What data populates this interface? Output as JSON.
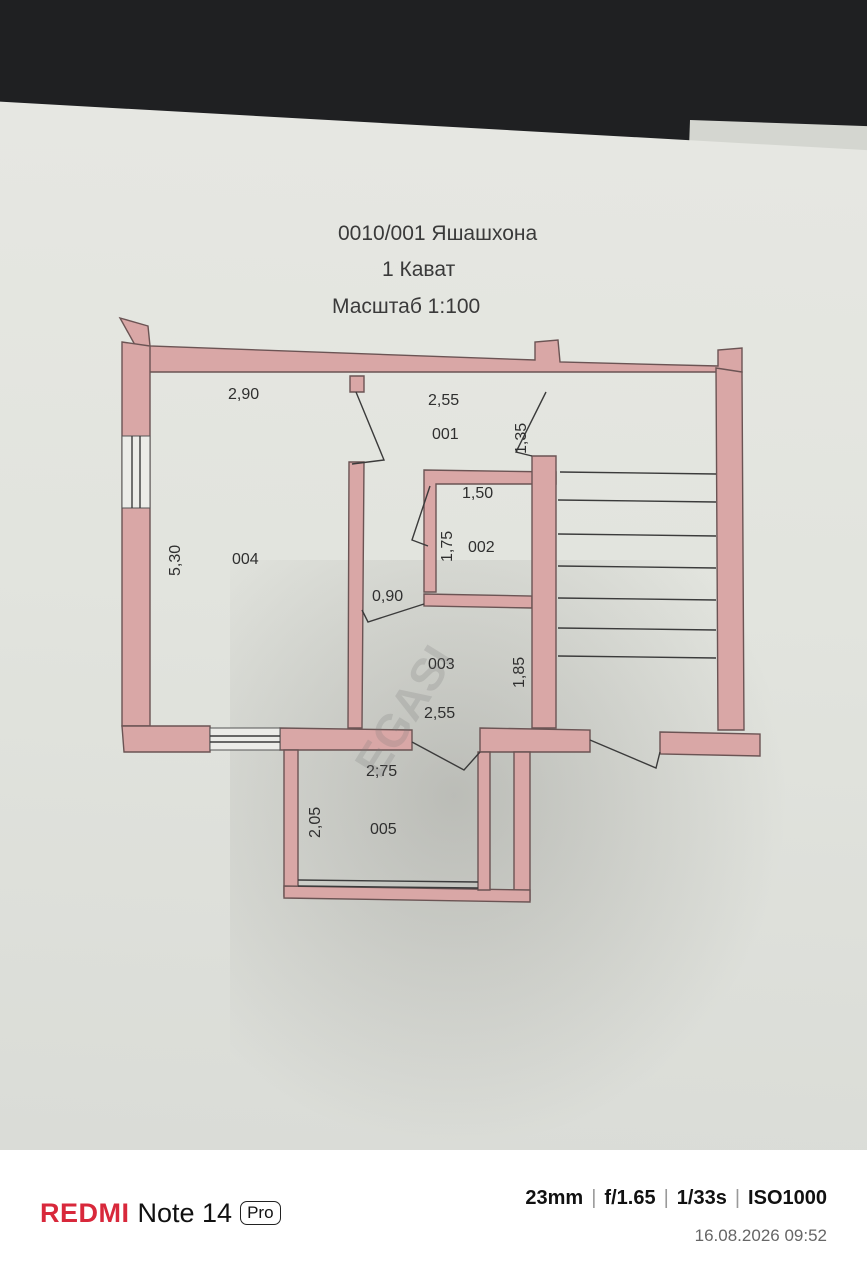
{
  "document": {
    "title": "0010/001 Яшашхона",
    "floor": "1 Кават",
    "scale": "Масштаб 1:100"
  },
  "plan": {
    "rooms": [
      "004",
      "001",
      "002",
      "003",
      "005"
    ],
    "dimensions": [
      "2,90",
      "2,55",
      "1,35",
      "1,50",
      "1,75",
      "5,30",
      "0,90",
      "1,85",
      "2,55",
      "2;75",
      "2,05"
    ],
    "watermark": "EGASI",
    "wall_color": "#d9a7a6"
  },
  "camera": {
    "brand": "REDMI",
    "model": "Note 14",
    "suffix": "Pro",
    "focal_length": "23mm",
    "aperture": "f/1.65",
    "shutter": "1/33s",
    "iso": "ISO1000",
    "datetime": "16.08.2026 09:52",
    "brand_color": "#d8283b"
  }
}
